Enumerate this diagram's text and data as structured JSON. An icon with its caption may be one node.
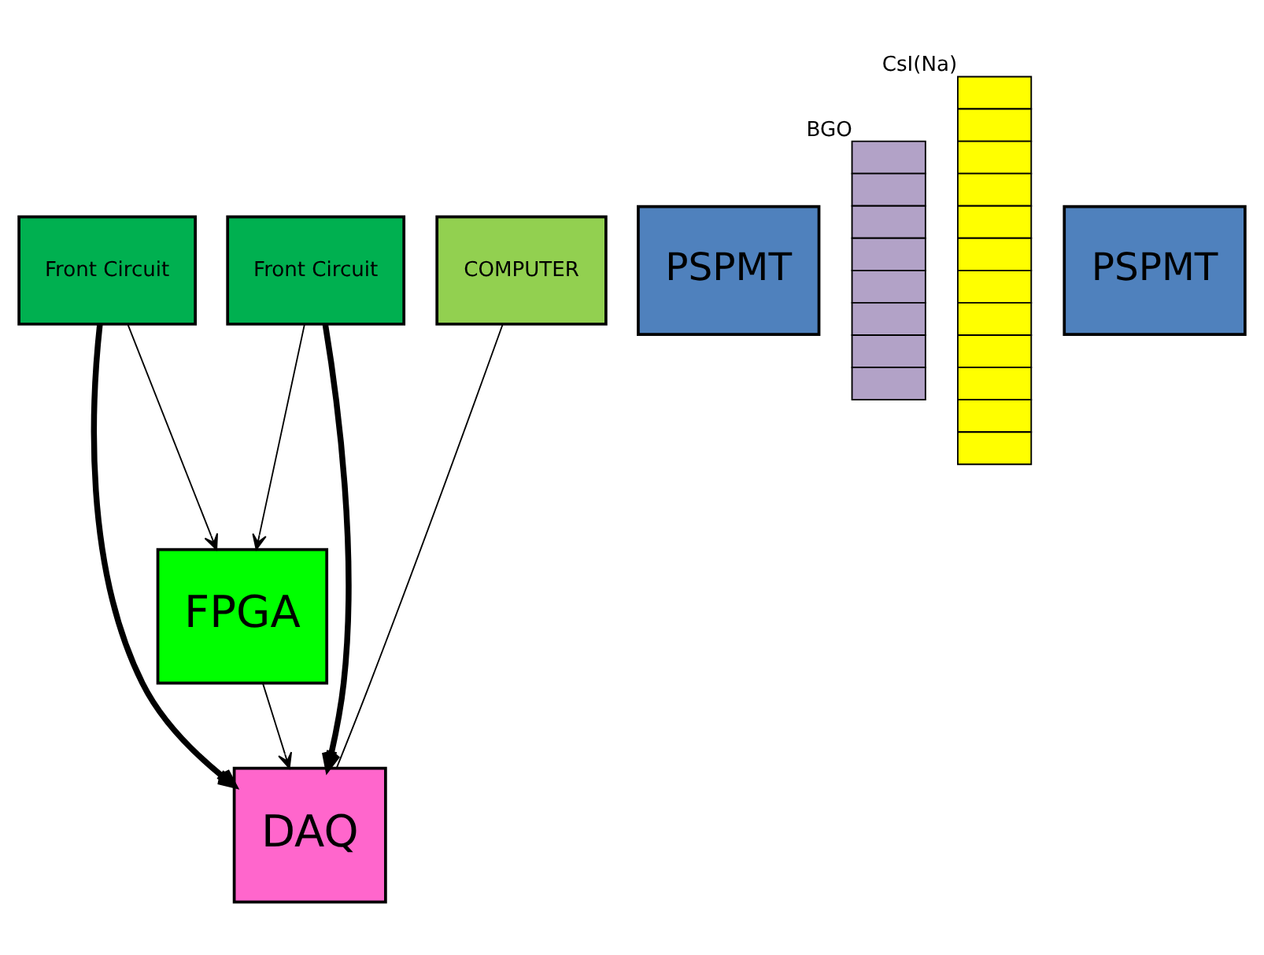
{
  "diagram": {
    "nodes": [
      {
        "text": [
          "Front Circuit"
        ]
      },
      {
        "text": [
          "PSPMT"
        ]
      },
      {
        "text": [],
        "shape": "bar",
        "beside": [
          "BGO"
        ]
      },
      {
        "text": [],
        "shape": "bar",
        "beside": [
          "CsI(Na)"
        ]
      },
      {
        "text": [
          "PSPMT"
        ]
      },
      {
        "text": [
          "Front Circuit"
        ]
      },
      {
        "text": [
          "COMPUTER"
        ]
      },
      {
        "text": [
          "FPGA"
        ]
      },
      {
        "text": [
          "DAQ"
        ]
      }
    ],
    "edges": [
      {
        "from": 0,
        "to": 7,
        "arrow": "to"
      },
      {
        "from": 5,
        "to": 7,
        "arrow": "to"
      },
      {
        "from": 0,
        "to": 8,
        "arrow": "to",
        "style": "thick"
      },
      {
        "from": 5,
        "to": 8,
        "arrow": "to",
        "style": "thick"
      },
      {
        "from": 7,
        "to": 8,
        "arrow": "to"
      },
      {
        "from": 8,
        "to": 6,
        "arrow": "none"
      }
    ]
  }
}
